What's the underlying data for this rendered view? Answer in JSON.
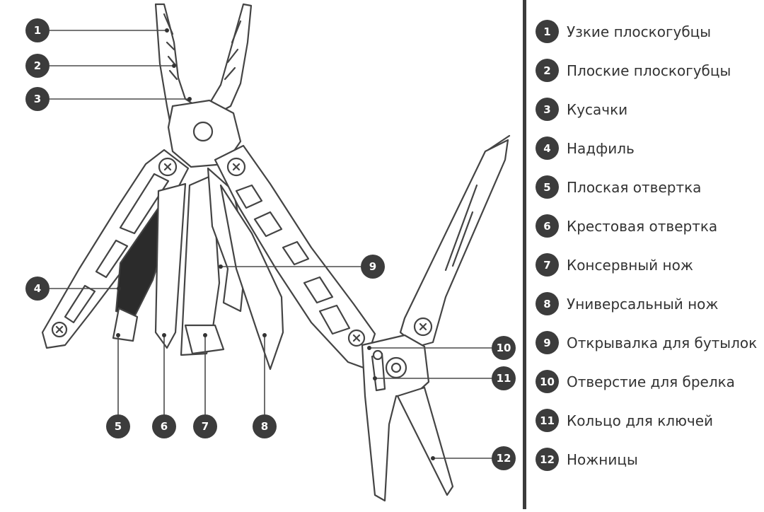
{
  "legend": [
    {
      "num": "1",
      "label": "Узкие плоскогубцы"
    },
    {
      "num": "2",
      "label": "Плоские плоскогубцы"
    },
    {
      "num": "3",
      "label": "Кусачки"
    },
    {
      "num": "4",
      "label": "Надфиль"
    },
    {
      "num": "5",
      "label": "Плоская отвертка"
    },
    {
      "num": "6",
      "label": "Крестовая отвертка"
    },
    {
      "num": "7",
      "label": "Консервный нож"
    },
    {
      "num": "8",
      "label": "Универсальный нож"
    },
    {
      "num": "9",
      "label": "Открывалка для бутылок"
    },
    {
      "num": "10",
      "label": "Отверстие для брелка"
    },
    {
      "num": "11",
      "label": "Кольцо для ключей"
    },
    {
      "num": "12",
      "label": "Ножницы"
    }
  ],
  "colors": {
    "badge": "#3c3c3c",
    "line": "#444444",
    "divider": "#3c3c3c",
    "text": "#333333"
  }
}
